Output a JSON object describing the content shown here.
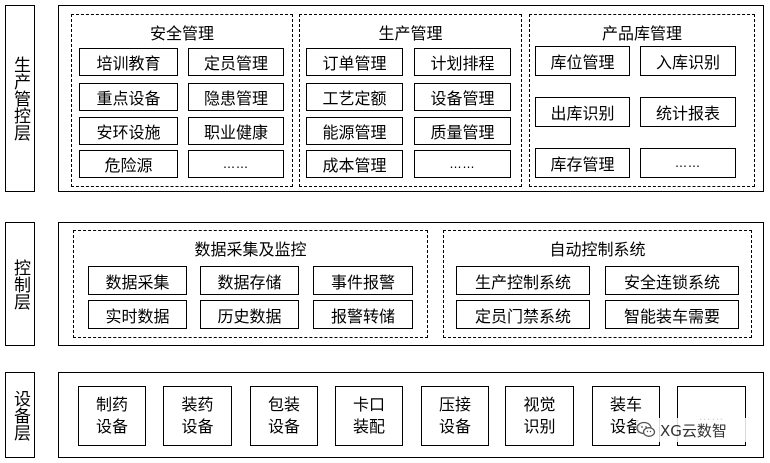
{
  "layers": [
    {
      "label": "生产管控层"
    },
    {
      "label": "控制层"
    },
    {
      "label": "设备层"
    }
  ],
  "production": {
    "groups": [
      {
        "title": "安全管理",
        "items": [
          "培训教育",
          "定员管理",
          "重点设备",
          "隐患管理",
          "安环设施",
          "职业健康",
          "危险源",
          "……"
        ]
      },
      {
        "title": "生产管理",
        "items": [
          "订单管理",
          "计划排程",
          "工艺定额",
          "设备管理",
          "能源管理",
          "质量管理",
          "成本管理",
          "……"
        ]
      },
      {
        "title": "产品库管理",
        "items": [
          "库位管理",
          "入库识别",
          "出库识别",
          "统计报表",
          "库存管理",
          "……"
        ]
      }
    ]
  },
  "control": {
    "groups": [
      {
        "title": "数据采集及监控",
        "items": [
          "数据采集",
          "数据存储",
          "事件报警",
          "实时数据",
          "历史数据",
          "报警转储"
        ]
      },
      {
        "title": "自动控制系统",
        "items": [
          "生产控制系统",
          "安全连锁系统",
          "定员门禁系统",
          "智能装车需要"
        ]
      }
    ]
  },
  "equipment": {
    "items": [
      "制药\n设备",
      "装药\n设备",
      "包装\n设备",
      "卡口\n装配",
      "压接\n设备",
      "视觉\n识别",
      "装车\n设备",
      "……"
    ]
  },
  "watermark": {
    "text": "XG云数智",
    "icon": "wechat-icon"
  }
}
